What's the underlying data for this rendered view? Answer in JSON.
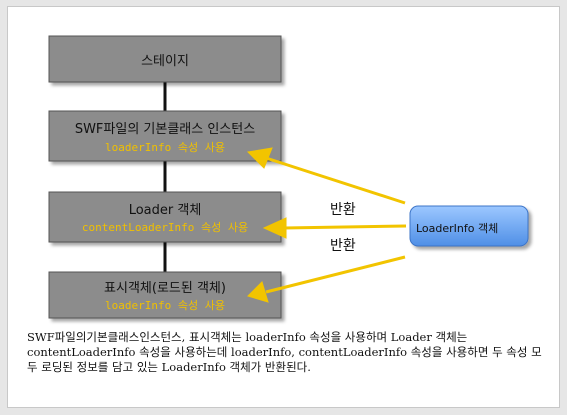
{
  "boxes": [
    {
      "id": "stage",
      "title": "스테이지",
      "sub": ""
    },
    {
      "id": "swf",
      "title": "SWF파일의 기본클래스 인스턴스",
      "sub": "loaderInfo 속성 사용"
    },
    {
      "id": "loader",
      "title": "Loader 객체",
      "sub": "contentLoaderInfo 속성 사용"
    },
    {
      "id": "display",
      "title": "표시객체(로드된 객체)",
      "sub": "loaderInfo 속성 사용"
    }
  ],
  "pill": {
    "label": "LoaderInfo 객체"
  },
  "arrow_labels": [
    "반환",
    "반환"
  ],
  "caption": "SWF파일의기본클래스인스턴스, 표시객체는 loaderInfo 속성을 사용하며 Loader 객체는 contentLoaderInfo 속성을 사용하는데 loaderInfo, contentLoaderInfo 속성을 사용하면 두 속성 모두 로딩된 정보를 담고 있는 LoaderInfo 객체가 반환된다.",
  "colors": {
    "box_fill": "#8c8c8c",
    "box_border": "#555555",
    "sub_text": "#f0c000",
    "arrow": "#f2c400",
    "pill_fill": "#6aa6f2"
  }
}
